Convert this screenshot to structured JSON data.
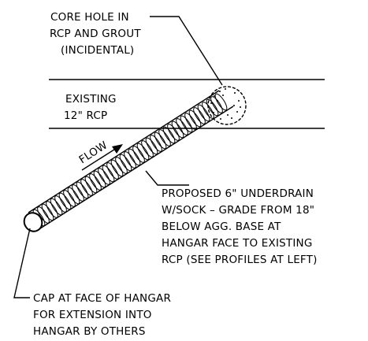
{
  "labels": {
    "core_hole": [
      "CORE HOLE IN",
      "RCP AND GROUT",
      "(INCIDENTAL)"
    ],
    "existing_rcp": [
      "EXISTING",
      "12\" RCP"
    ],
    "flow": "FLOW",
    "underdrain": [
      "PROPOSED 6\" UNDERDRAIN",
      "W/SOCK – GRADE FROM 18\"",
      "BELOW AGG. BASE AT",
      "HANGAR FACE TO EXISTING",
      "RCP (SEE PROFILES AT LEFT)"
    ],
    "cap": [
      "CAP AT FACE OF HANGAR",
      "FOR EXTENSION INTO",
      "HANGAR BY OTHERS"
    ]
  },
  "colors": {
    "line": "#000000",
    "background": "#ffffff"
  }
}
